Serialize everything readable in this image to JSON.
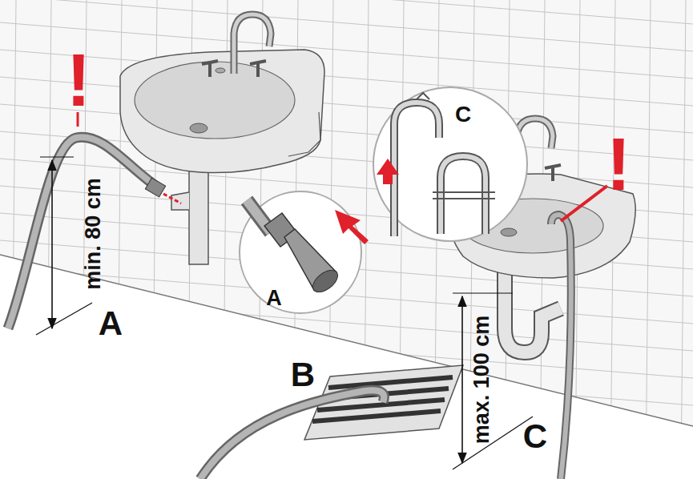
{
  "diagram": {
    "labels": [
      "!",
      "min. 80 cm",
      "A",
      "A",
      "C",
      "!",
      "B",
      "max. 100 cm",
      "C"
    ]
  }
}
